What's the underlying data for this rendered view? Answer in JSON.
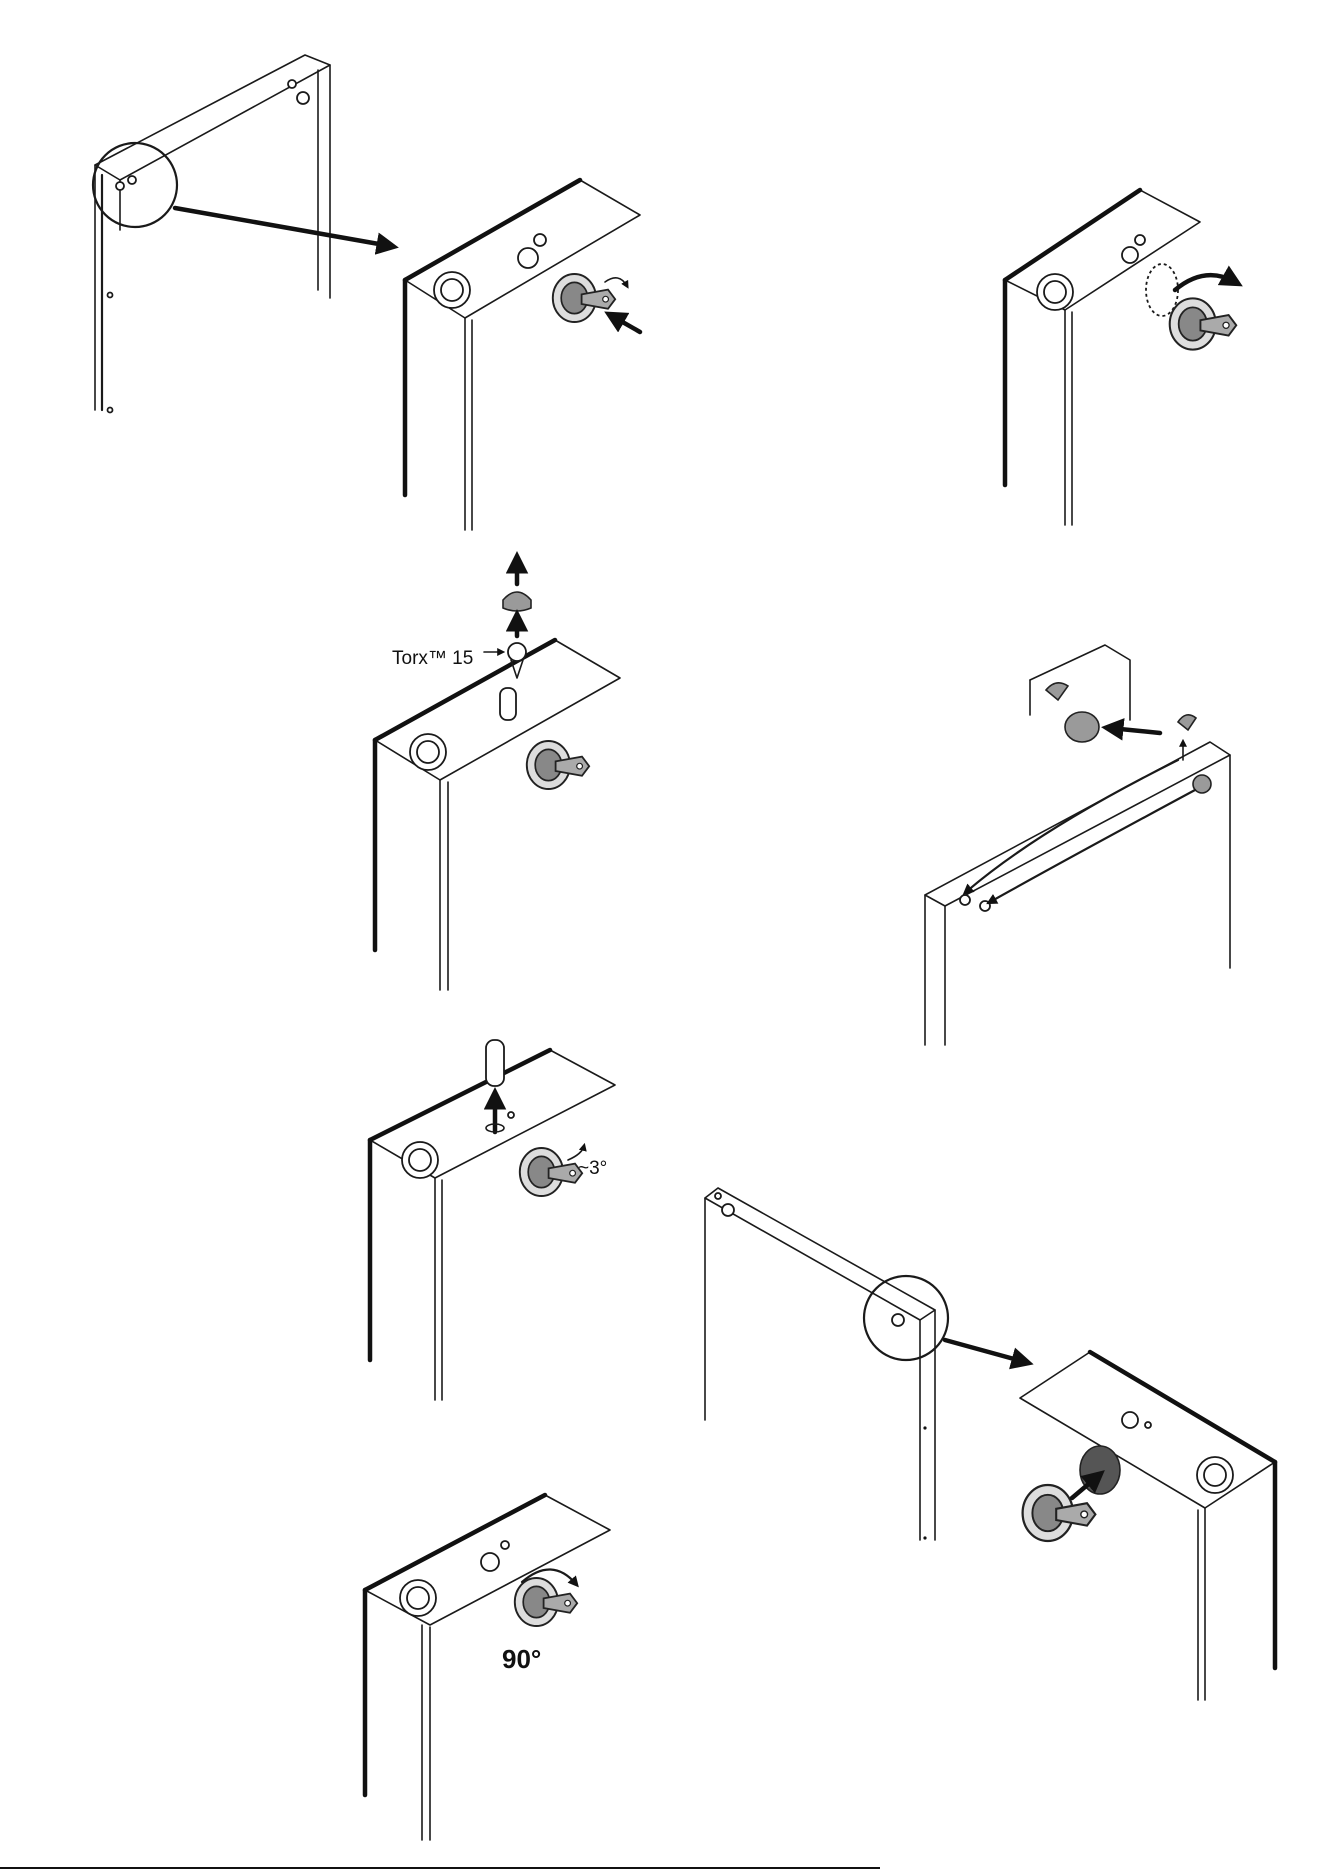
{
  "labels": {
    "torx": "Torx™ 15",
    "angle_small": "~3°",
    "angle_quarter": "90°"
  }
}
